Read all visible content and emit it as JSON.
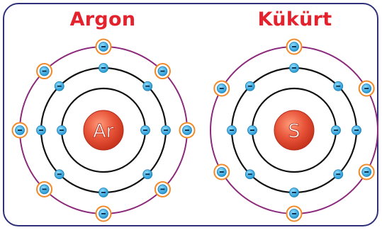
{
  "colors": {
    "title": "#e4222d",
    "frame": "#2f2f7a",
    "outer_shell": "#8b2a7a",
    "inner_shell": "#111111",
    "electron": "#2aa7dd",
    "valence_ring": "#f08a2a",
    "nucleus": "#e04a2c"
  },
  "atoms": [
    {
      "name": "Argon",
      "symbol": "Ar",
      "shells": [
        2,
        8,
        8
      ],
      "valence_electrons": 8
    },
    {
      "name": "Kükürt",
      "symbol": "S",
      "shells": [
        2,
        8,
        6
      ],
      "valence_electrons": 6
    }
  ],
  "electron_sign": "−"
}
